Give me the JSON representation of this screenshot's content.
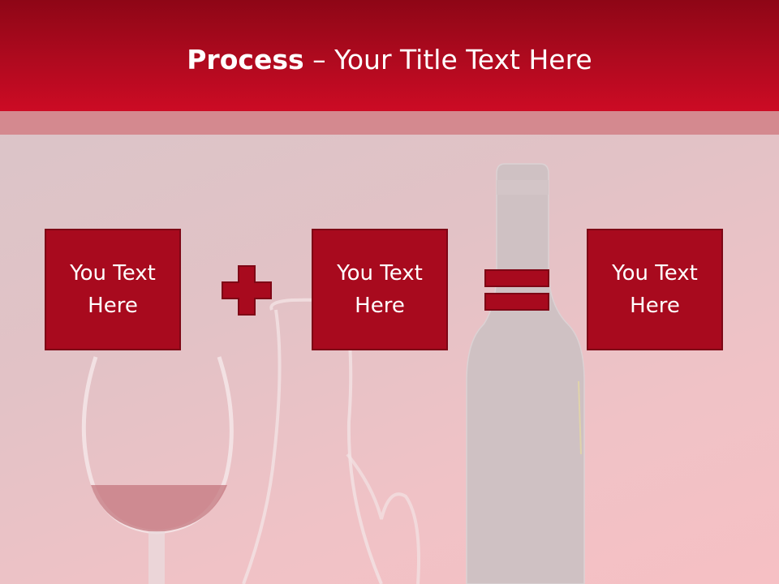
{
  "slide": {
    "title_bold": "Process",
    "title_rest": " – Your Title Text Here",
    "boxes": [
      {
        "label": "You Text Here"
      },
      {
        "label": "You Text Here"
      },
      {
        "label": "You Text Here"
      }
    ],
    "operators": [
      "plus-icon",
      "equals-icon"
    ]
  },
  "colors": {
    "title_bar": "#b00a1f",
    "box_fill": "#a80a1e",
    "box_border": "#7e0615",
    "stripe": "#d4898f"
  }
}
